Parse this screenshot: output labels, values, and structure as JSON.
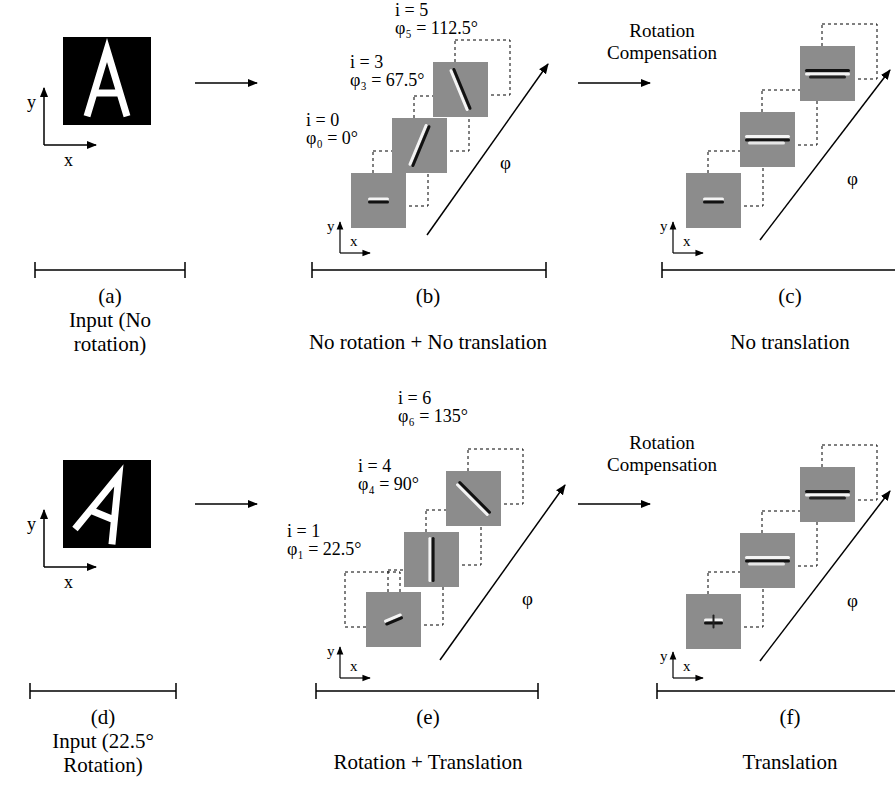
{
  "diagram": {
    "labels": [
      "y",
      "x",
      "i = 5",
      "φ₅ = 112.5°",
      "i = 3",
      "φ₃ = 67.5°",
      "i = 0",
      "φ₀ = 0°",
      "φ",
      "y",
      "x",
      "Rotation Compensation",
      "φ",
      "y",
      "x",
      "(a)",
      "Input (No rotation)",
      "(b)",
      "No rotation + No translation",
      "(c)",
      "No translation",
      "i = 6",
      "φ₆ = 135°",
      "i = 4",
      "φ₄ = 90°",
      "i = 1",
      "φ₁ = 22.5°",
      "y",
      "x",
      "Rotation Compensation",
      "φ",
      "y",
      "x",
      "φ",
      "y",
      "x",
      "(d)",
      "Input (22.5° Rotation)",
      "(e)",
      "Rotation + Translation",
      "(f)",
      "Translation"
    ]
  }
}
